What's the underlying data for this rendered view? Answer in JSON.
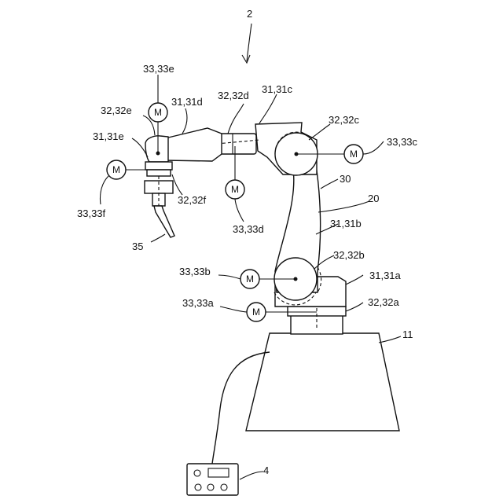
{
  "figure_label": "2",
  "motor_symbol": "M",
  "labels": {
    "m_e": "33,33e",
    "j_e": "32,32e",
    "l_d": "31,31d",
    "j_d": "32,32d",
    "l_c": "31,31c",
    "j_c": "32,32c",
    "m_c": "33,33c",
    "l_e": "31,31e",
    "j_f": "32,32f",
    "m_f": "33,33f",
    "m_d": "33,33d",
    "tool": "35",
    "arm": "30",
    "robot": "20",
    "l_b": "31,31b",
    "j_b": "32,32b",
    "m_b": "33,33b",
    "l_a": "31,31a",
    "j_a": "32,32a",
    "m_a": "33,33a",
    "base": "11",
    "controller": "4"
  }
}
